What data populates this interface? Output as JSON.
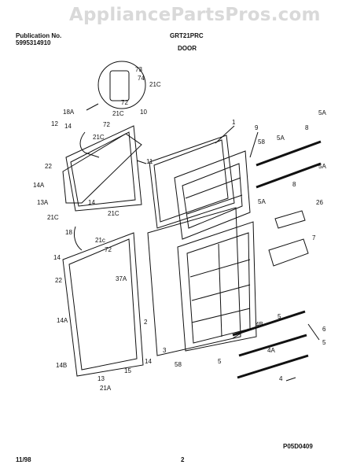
{
  "watermark": "AppliancePartsPros.com",
  "header": {
    "publication_label": "Publication No.",
    "publication_number": "5995314910",
    "model": "GRT21PRC",
    "section": "DOOR"
  },
  "footer": {
    "date": "11/98",
    "page": "2",
    "drawing_code": "P05D0409"
  },
  "callouts": [
    "73",
    "74",
    "21C",
    "72",
    "18A",
    "10",
    "21C",
    "72",
    "14",
    "21C",
    "12",
    "22",
    "11",
    "14A",
    "13A",
    "14",
    "21C",
    "21C",
    "18",
    "21c",
    "72",
    "14",
    "22",
    "37A",
    "14A",
    "14B",
    "15",
    "14",
    "13",
    "21A",
    "1",
    "9",
    "58",
    "8",
    "5A",
    "5A",
    "5A",
    "5A",
    "8",
    "26",
    "7",
    "2",
    "5",
    "4B",
    "6",
    "5",
    "3",
    "58",
    "4A",
    "4",
    "5"
  ]
}
